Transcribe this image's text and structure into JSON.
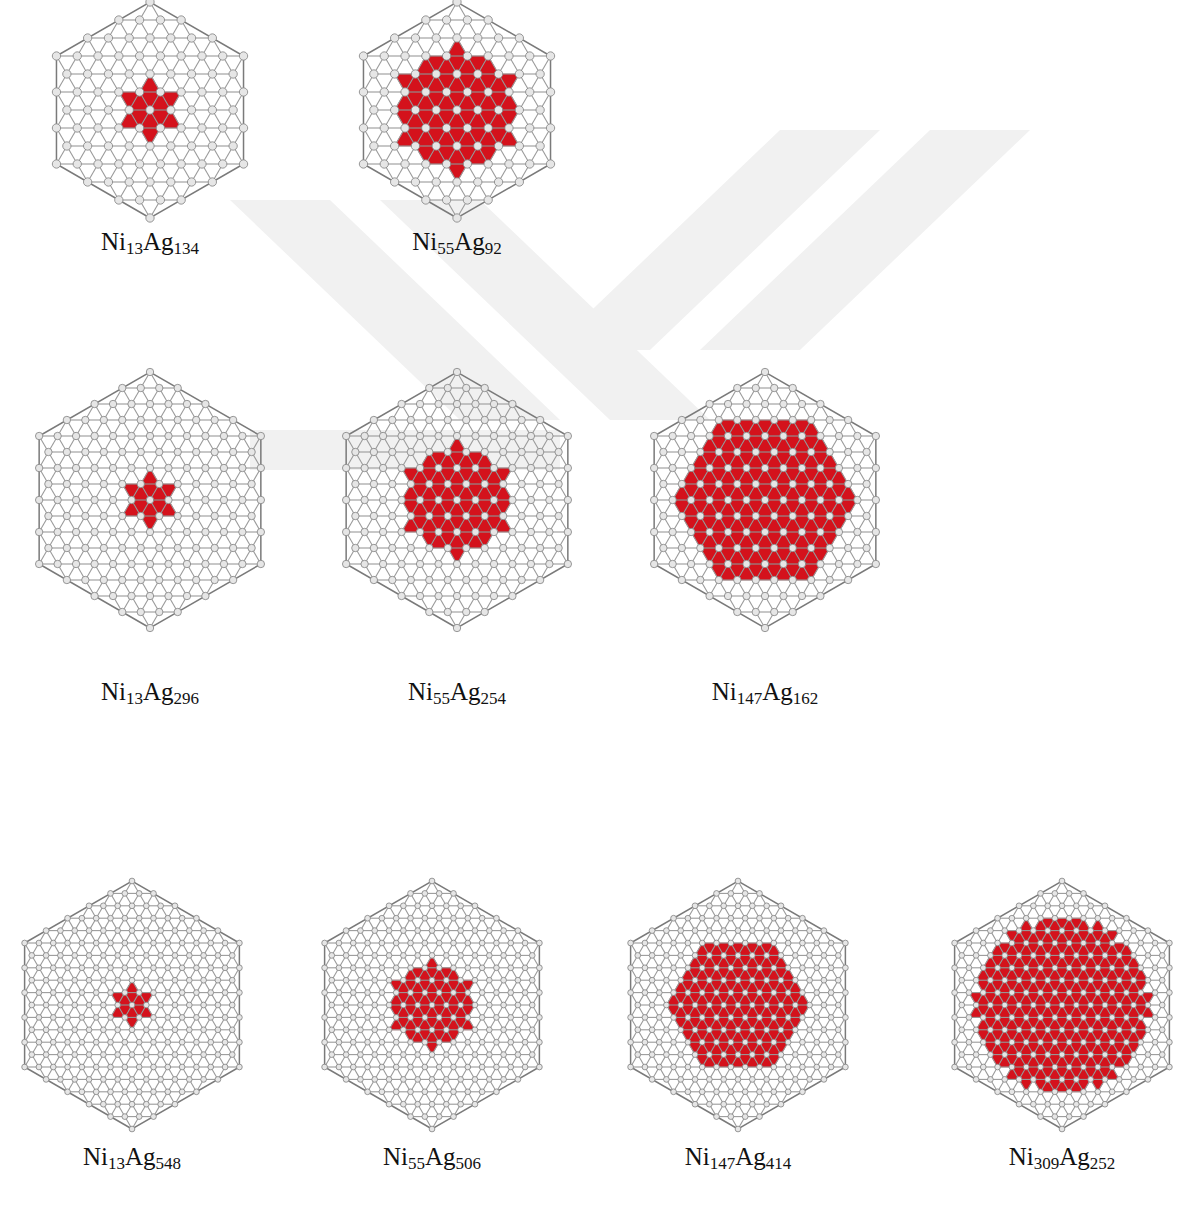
{
  "diagram": {
    "labels": [
      "Ni13Ag134",
      "Ni55Ag92",
      "Ni13Ag296",
      "Ni55Ag254",
      "Ni147Ag162",
      "Ni13Ag548",
      "Ni55Ag506",
      "Ni147Ag414",
      "Ni309Ag252"
    ]
  }
}
